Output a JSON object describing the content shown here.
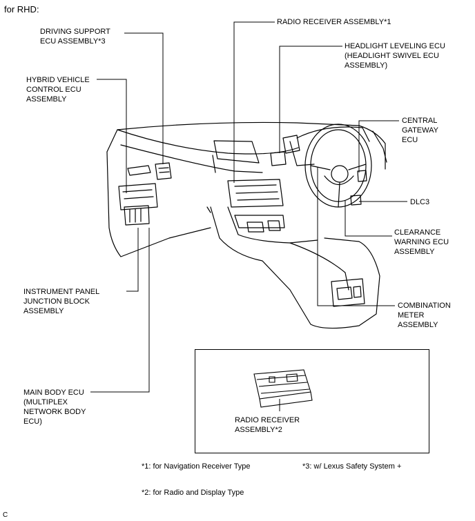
{
  "header": "for RHD:",
  "labels": {
    "driving_support": "DRIVING SUPPORT\nECU ASSEMBLY*3",
    "hybrid": "HYBRID VEHICLE\nCONTROL ECU\nASSEMBLY",
    "radio_top": "RADIO RECEIVER ASSEMBLY*1",
    "headlight": "HEADLIGHT LEVELING ECU\n(HEADLIGHT SWIVEL ECU\nASSEMBLY)",
    "central_gateway": "CENTRAL\nGATEWAY\nECU",
    "dlc3": "DLC3",
    "clearance": "CLEARANCE\nWARNING ECU\nASSEMBLY",
    "instrument": "INSTRUMENT PANEL\nJUNCTION BLOCK\nASSEMBLY",
    "combination": "COMBINATION\nMETER\nASSEMBLY",
    "main_body": "MAIN BODY ECU\n(MULTIPLEX\nNETWORK BODY\nECU)",
    "radio_inset": "RADIO RECEIVER\nASSEMBLY*2"
  },
  "footnotes": {
    "n1": "*1: for Navigation Receiver Type",
    "n2": "*2: for Radio and Display Type",
    "n3": "*3: w/ Lexus Safety System +"
  },
  "corner_code": "C"
}
